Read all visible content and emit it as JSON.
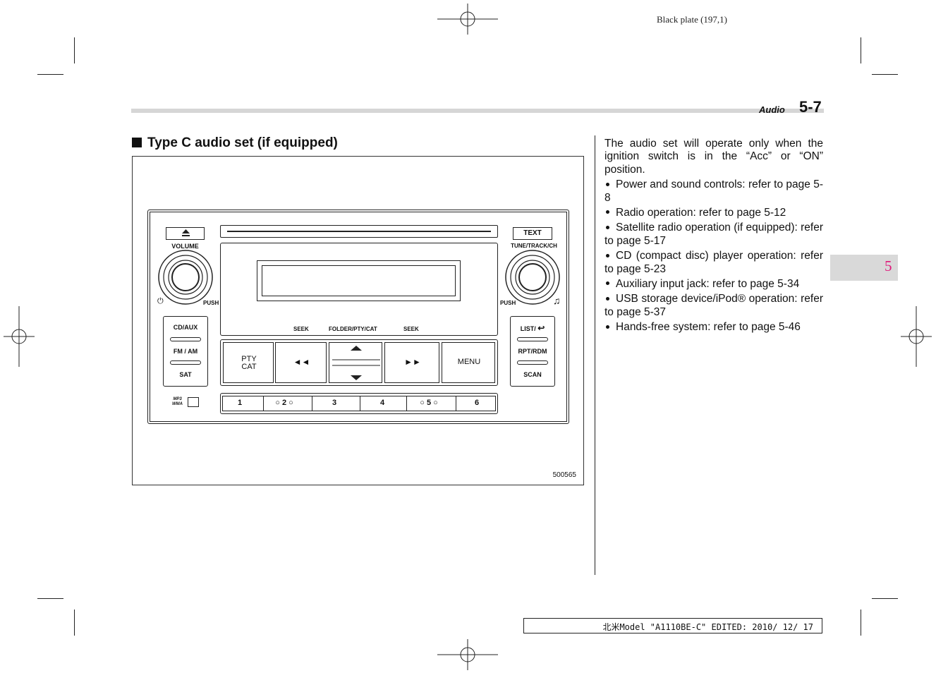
{
  "plate": "Black plate (197,1)",
  "header": {
    "title": "Audio",
    "page": "5-7"
  },
  "tab": "5",
  "section_title": "Type C audio set (if equipped)",
  "figure": {
    "number": "500565",
    "radio": {
      "volume": "VOLUME",
      "push_left": "PUSH",
      "push_right": "PUSH",
      "text": "TEXT",
      "tune": "TUNE/TRACK/CH",
      "cd_aux": "CD/AUX",
      "fm_am": "FM / AM",
      "sat": "SAT",
      "list": "LIST/",
      "rpt_rdm": "RPT/RDM",
      "scan": "SCAN",
      "seek_left": "SEEK",
      "folder": "FOLDER/PTY/CAT",
      "seek_right": "SEEK",
      "pty": "PTY",
      "cat": "CAT",
      "menu": "MENU",
      "mp3": "MP3",
      "wma": "WMA",
      "presets": [
        "1",
        "2",
        "3",
        "4",
        "5",
        "6"
      ]
    }
  },
  "body": {
    "intro": "The audio set will operate only when the ignition switch is in the “Acc” or “ON” position.",
    "bullets": [
      "Power and sound controls: refer to page 5-8",
      "Radio operation: refer to page 5-12",
      "Satellite radio operation (if equipped): refer to page 5-17",
      "CD (compact disc) player operation: refer to page 5-23",
      "Auxiliary input jack: refer to page 5-34",
      "USB storage device/iPod® operation: refer to page 5-37",
      "Hands-free system: refer to page 5-46"
    ]
  },
  "footer": "北米Model \"A1110BE-C\" EDITED: 2010/ 12/ 17"
}
